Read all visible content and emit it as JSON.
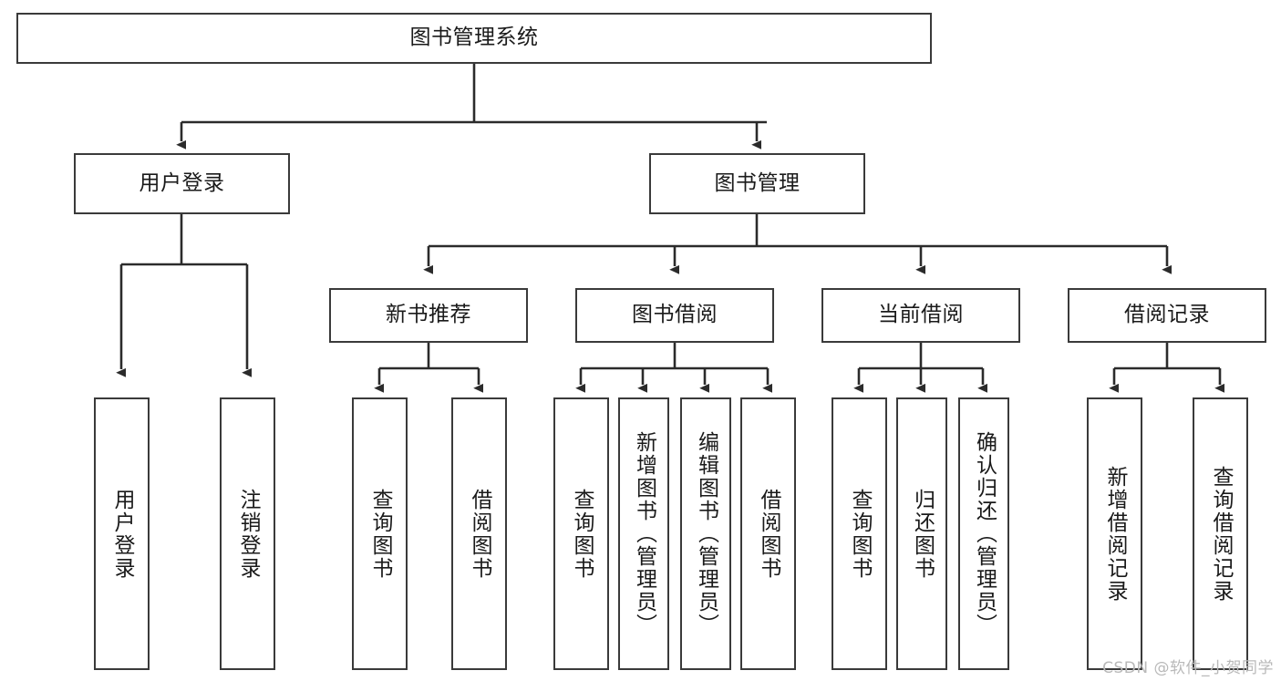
{
  "diagram": {
    "title": "图书管理系统",
    "type": "tree-hierarchy-diagram",
    "orientation": "top-down",
    "colors": {
      "box_border": "#3a3a3a",
      "box_fill": "#ffffff",
      "connector": "#2b2b2b",
      "text": "#1a1a1a",
      "watermark": "#b9b9b9"
    }
  },
  "root": {
    "label": "图书管理系统"
  },
  "level2": [
    {
      "label": "用户登录"
    },
    {
      "label": "图书管理"
    }
  ],
  "level3": [
    {
      "label": "新书推荐"
    },
    {
      "label": "图书借阅"
    },
    {
      "label": "当前借阅"
    },
    {
      "label": "借阅记录"
    }
  ],
  "leaves": {
    "user_login": [
      {
        "label": "用户登录"
      },
      {
        "label": "注销登录"
      }
    ],
    "new_book_recommend": [
      {
        "label": "查询图书"
      },
      {
        "label": "借阅图书"
      }
    ],
    "book_borrow": [
      {
        "label": "查询图书"
      },
      {
        "label": "新增图书（管理员）"
      },
      {
        "label": "编辑图书（管理员）"
      },
      {
        "label": "借阅图书"
      }
    ],
    "current_borrow": [
      {
        "label": "查询图书"
      },
      {
        "label": "归还图书"
      },
      {
        "label": "确认归还（管理员）"
      }
    ],
    "borrow_record": [
      {
        "label": "新增借阅记录"
      },
      {
        "label": "查询借阅记录"
      }
    ]
  },
  "watermark": {
    "text": "CSDN @软件_小贺同学"
  }
}
